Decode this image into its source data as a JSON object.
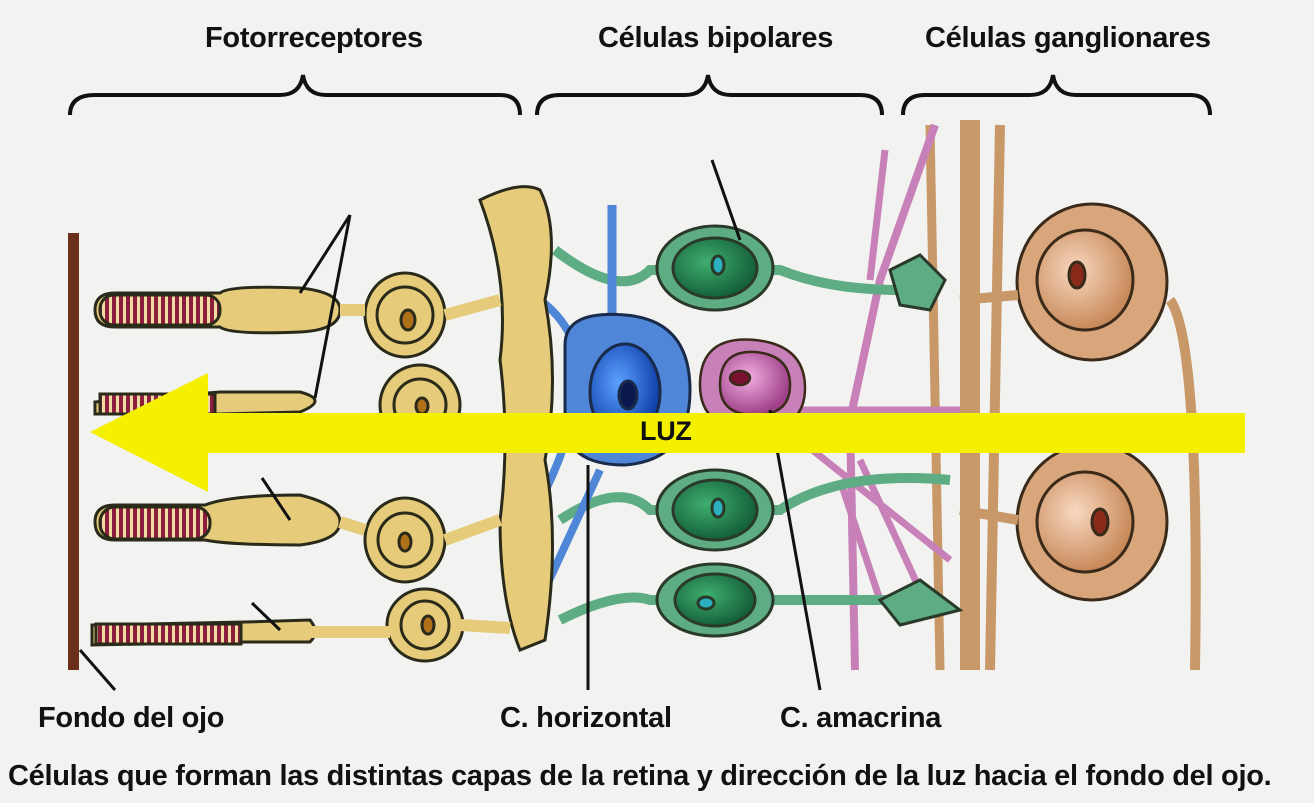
{
  "groups": {
    "photoreceptors": "Fotorreceptores",
    "bipolar": "Células bipolares",
    "ganglion": "Células ganglionares"
  },
  "labels": {
    "fondo": "Fondo del ojo",
    "horizontal": "C. horizontal",
    "amacrina": "C. amacrina"
  },
  "arrow": {
    "text": "LUZ",
    "color": "#f5ef00"
  },
  "caption": "Células que forman las distintas capas de la retina y dirección de la luz hacia el fondo del ojo.",
  "colors": {
    "photoreceptor": "#e6cc7a",
    "bipolar": "#5eac84",
    "horizontal": "#4f86d8",
    "amacrina": "#c880b8",
    "ganglion": "#d8a67a",
    "eye_back": "#6b2f1a"
  }
}
